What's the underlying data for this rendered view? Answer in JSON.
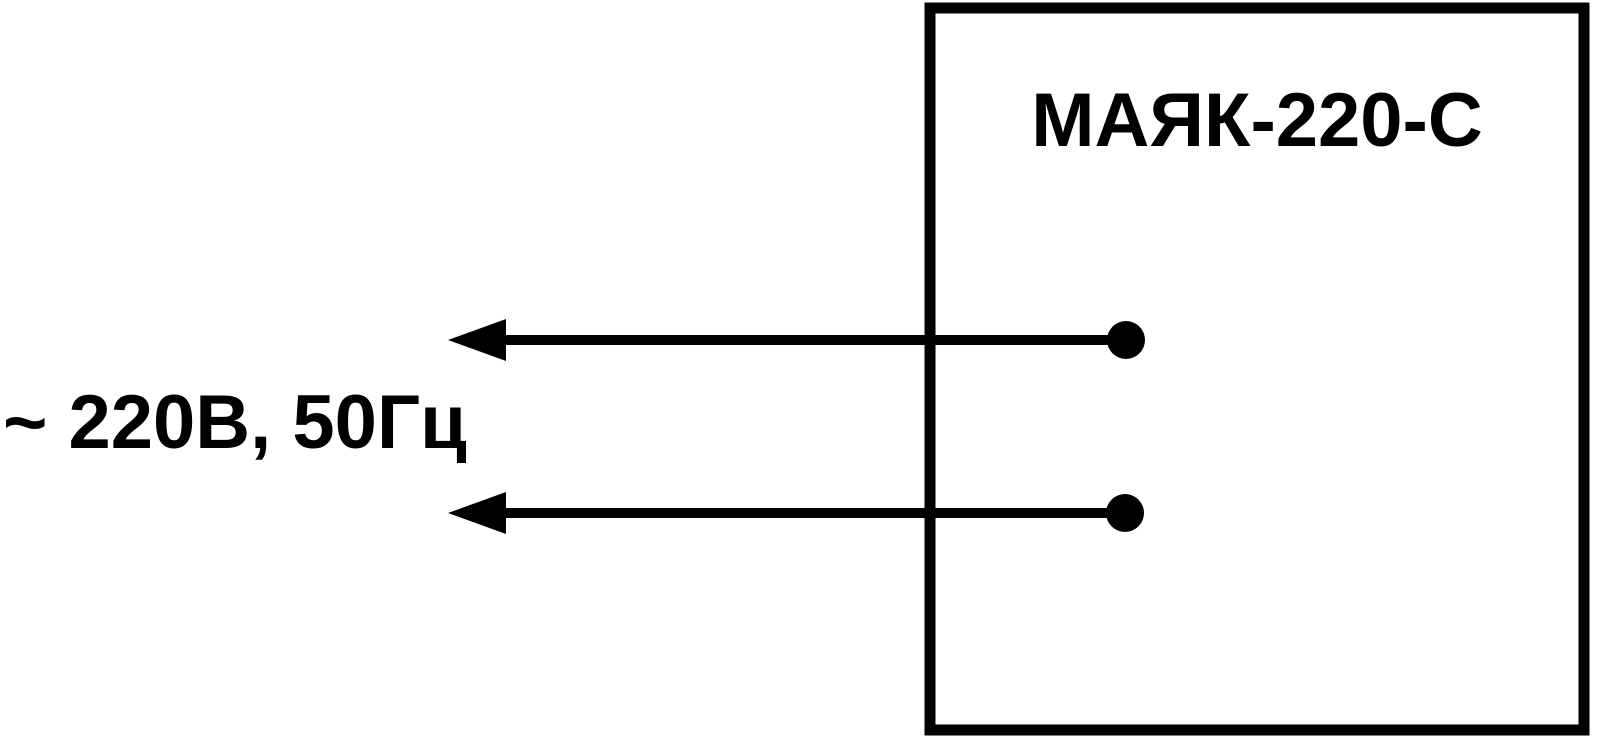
{
  "diagram": {
    "device": {
      "label": "МАЯК-220-С"
    },
    "power_supply": {
      "label": "~ 220В, 50Гц"
    },
    "terminals": {
      "count": 2,
      "marker": "filled-dot",
      "arrow_direction": "left"
    },
    "colors": {
      "line": "#000000",
      "background": "#ffffff"
    }
  }
}
